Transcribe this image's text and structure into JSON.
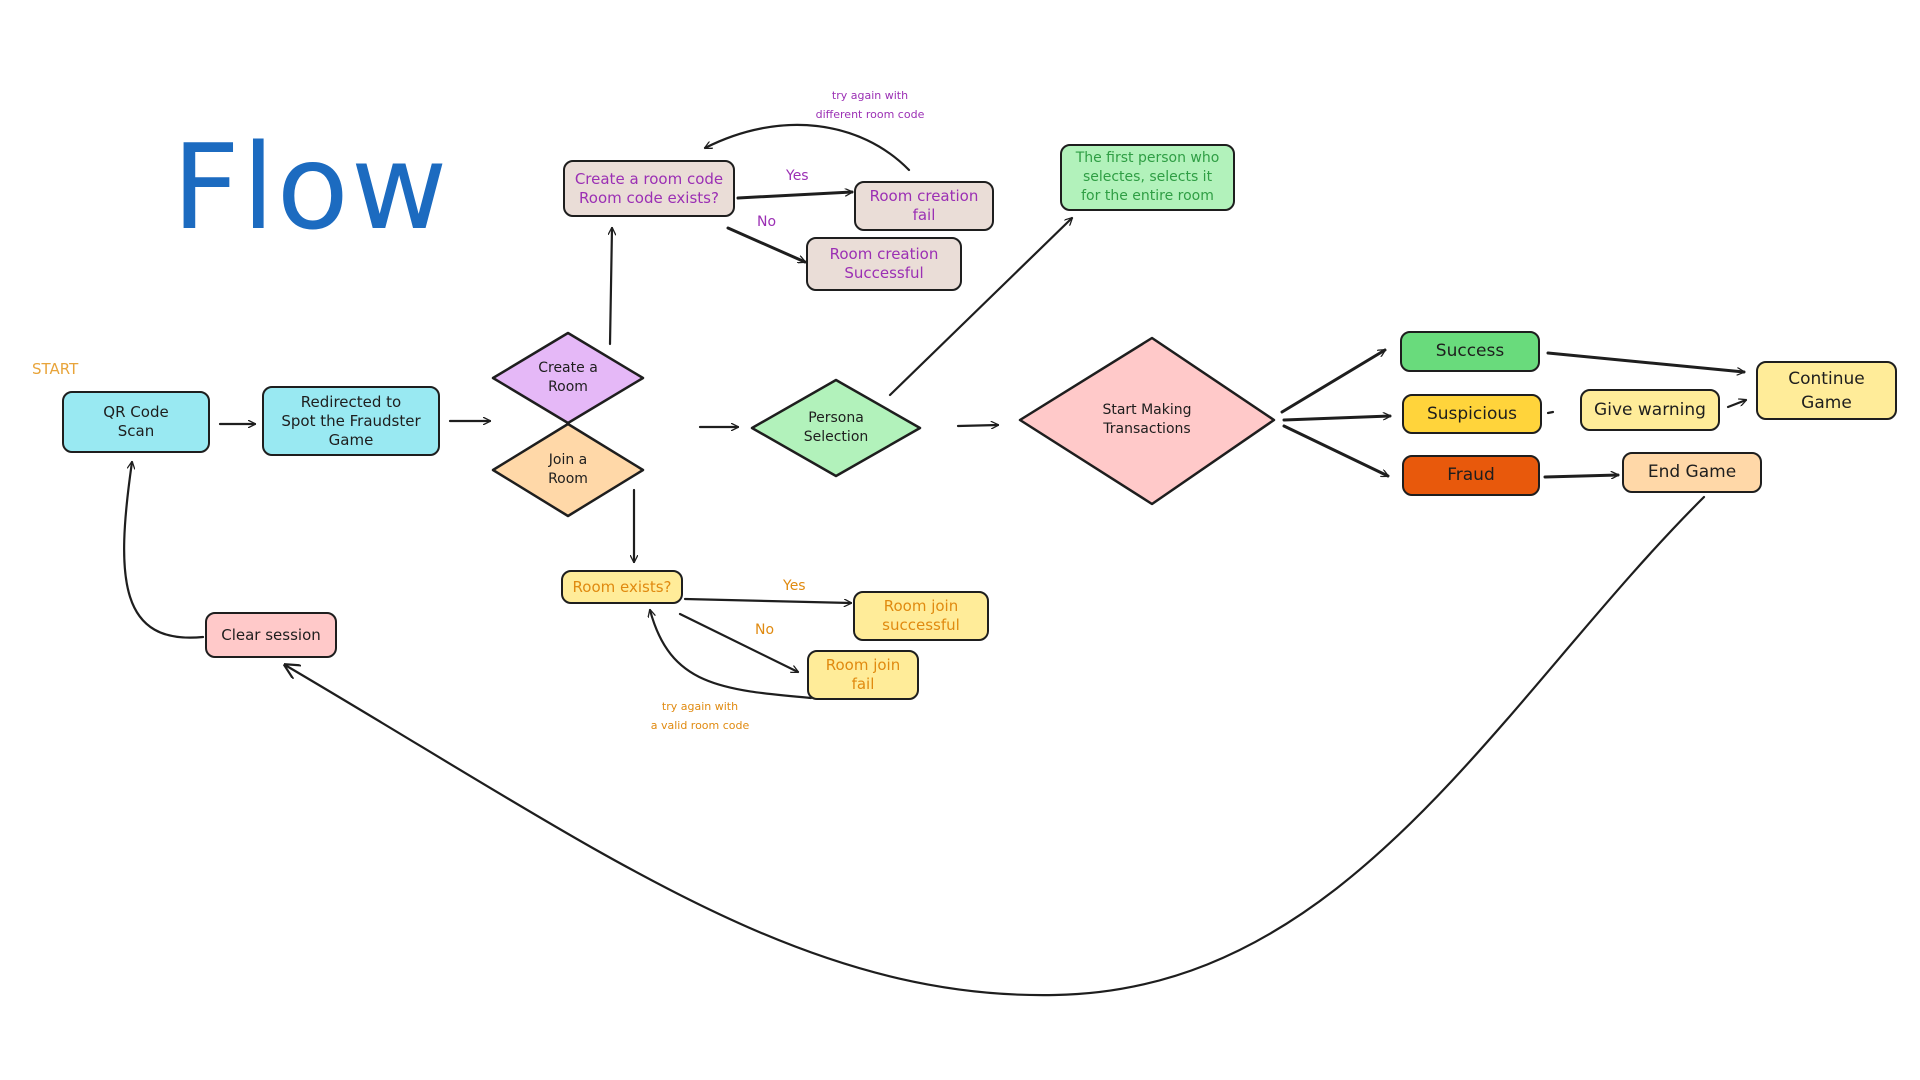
{
  "title": "Flow",
  "start_label": "START",
  "nodes": {
    "qr": "QR Code\nScan",
    "redirect": "Redirected to\nSpot the Fraudster\nGame",
    "create_room": "Create a\nRoom",
    "join_room": "Join a\nRoom",
    "create_code": "Create a room code\nRoom code exists?",
    "creation_fail": "Room creation\nfail",
    "creation_success": "Room creation\nSuccessful",
    "room_exists": "Room exists?",
    "join_success": "Room join\nsuccessful",
    "join_fail": "Room join\nfail",
    "persona": "Persona\nSelection",
    "first_person": "The first person who\nselectes, selects it\nfor the entire room",
    "transactions": "Start Making\nTransactions",
    "success": "Success",
    "suspicious": "Suspicious",
    "give_warning": "Give warning",
    "fraud": "Fraud",
    "continue_game": "Continue\nGame",
    "end_game": "End Game",
    "clear_session": "Clear session"
  },
  "edge_labels": {
    "create_yes": "Yes",
    "create_no": "No",
    "join_yes": "Yes",
    "join_no": "No"
  },
  "notes": {
    "retry_create": "try again with\ndifferent room code",
    "retry_join": "try again with\na valid room code"
  },
  "colors": {
    "title": "#1c6bc0",
    "cyan": "#99e9f2",
    "violet": "#e5b8f7",
    "peach": "#ffd8a8",
    "taupe": "#eaddd7",
    "yellow": "#ffec99",
    "green_light": "#b2f2bb",
    "pink": "#ffc9c9",
    "green": "#69db7c",
    "gold": "#ffd43b",
    "red_orange": "#e8590c"
  }
}
